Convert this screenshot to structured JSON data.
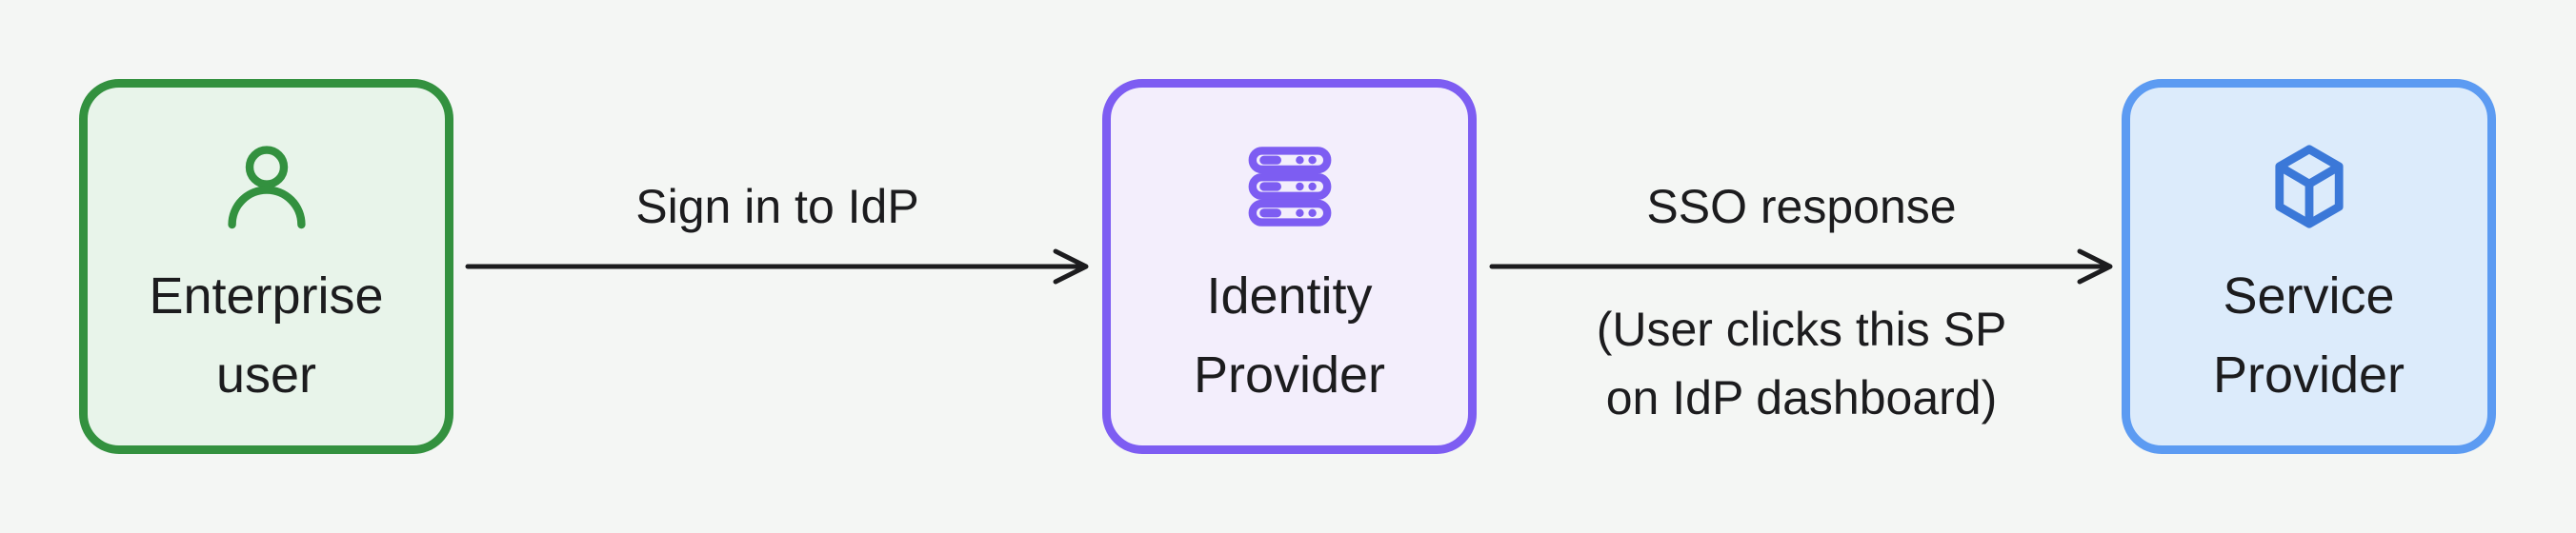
{
  "canvas": {
    "background": "#f4f6f4",
    "text_color": "#1c1c1e",
    "arrow_color": "#1c1c1e"
  },
  "nodes": [
    {
      "id": "enterprise-user",
      "label": "Enterprise\nuser",
      "icon": "user-icon",
      "border_color": "#33913f",
      "background": "#e8f4ea",
      "icon_color": "#33913f"
    },
    {
      "id": "identity-provider",
      "label": "Identity\nProvider",
      "icon": "server-icon",
      "border_color": "#7d5df2",
      "background": "#f3eefc",
      "icon_color": "#7d5df2"
    },
    {
      "id": "service-provider",
      "label": "Service\nProvider",
      "icon": "cube-icon",
      "border_color": "#5c9bf2",
      "background": "#dcebfb",
      "icon_color": "#3b78d8"
    }
  ],
  "edges": [
    {
      "id": "user-to-idp",
      "label": "Sign in to IdP",
      "sublabel": ""
    },
    {
      "id": "idp-to-sp",
      "label": "SSO response",
      "sublabel": "(User clicks this SP\non IdP dashboard)"
    }
  ]
}
